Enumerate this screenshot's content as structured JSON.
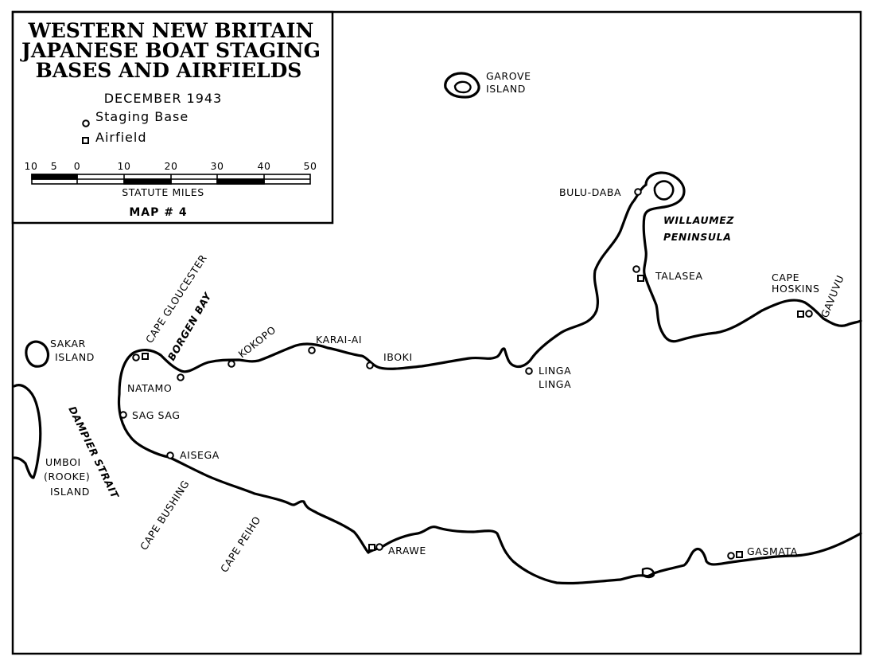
{
  "legend": {
    "title_line1": "WESTERN NEW BRITAIN",
    "title_line2": "JAPANESE BOAT STAGING",
    "title_line3": "BASES AND AIRFIELDS",
    "date": "DECEMBER 1943",
    "staging_label": "Staging Base",
    "airfield_label": "Airfield",
    "scale_ticks": [
      "10",
      "5",
      "0",
      "10",
      "20",
      "30",
      "40",
      "50"
    ],
    "scale_unit": "STATUTE MILES",
    "map_number": "MAP # 4"
  },
  "places": {
    "garove_l1": "GAROVE",
    "garove_l2": "ISLAND",
    "bulu_daba": "BULU-DABA",
    "willaumez_l1": "WILLAUMEZ",
    "willaumez_l2": "PENINSULA",
    "talasea": "TALASEA",
    "hoskins_l1": "CAPE",
    "hoskins_l2": "HOSKINS",
    "gavuvu": "GAVUVU",
    "cape_gloucester": "CAPE GLOUCESTER",
    "borgen_bay": "BORGEN BAY",
    "kokopo": "KOKOPO",
    "karai_ai": "KARAI-AI",
    "iboki": "IBOKI",
    "linga_l1": "LINGA",
    "linga_l2": "LINGA",
    "sakar_l1": "SAKAR",
    "sakar_l2": "ISLAND",
    "natamo": "NATAMO",
    "sag_sag": "SAG SAG",
    "dampier_strait": "DAMPIER STRAIT",
    "aisega": "AISEGA",
    "umboi_l1": "UMBOI",
    "umboi_l2": "(ROOKE)",
    "umboi_l3": "ISLAND",
    "cape_bushing": "CAPE BUSHING",
    "cape_peiho": "CAPE PEIHO",
    "arawe": "ARAWE",
    "gasmata": "GASMATA"
  }
}
